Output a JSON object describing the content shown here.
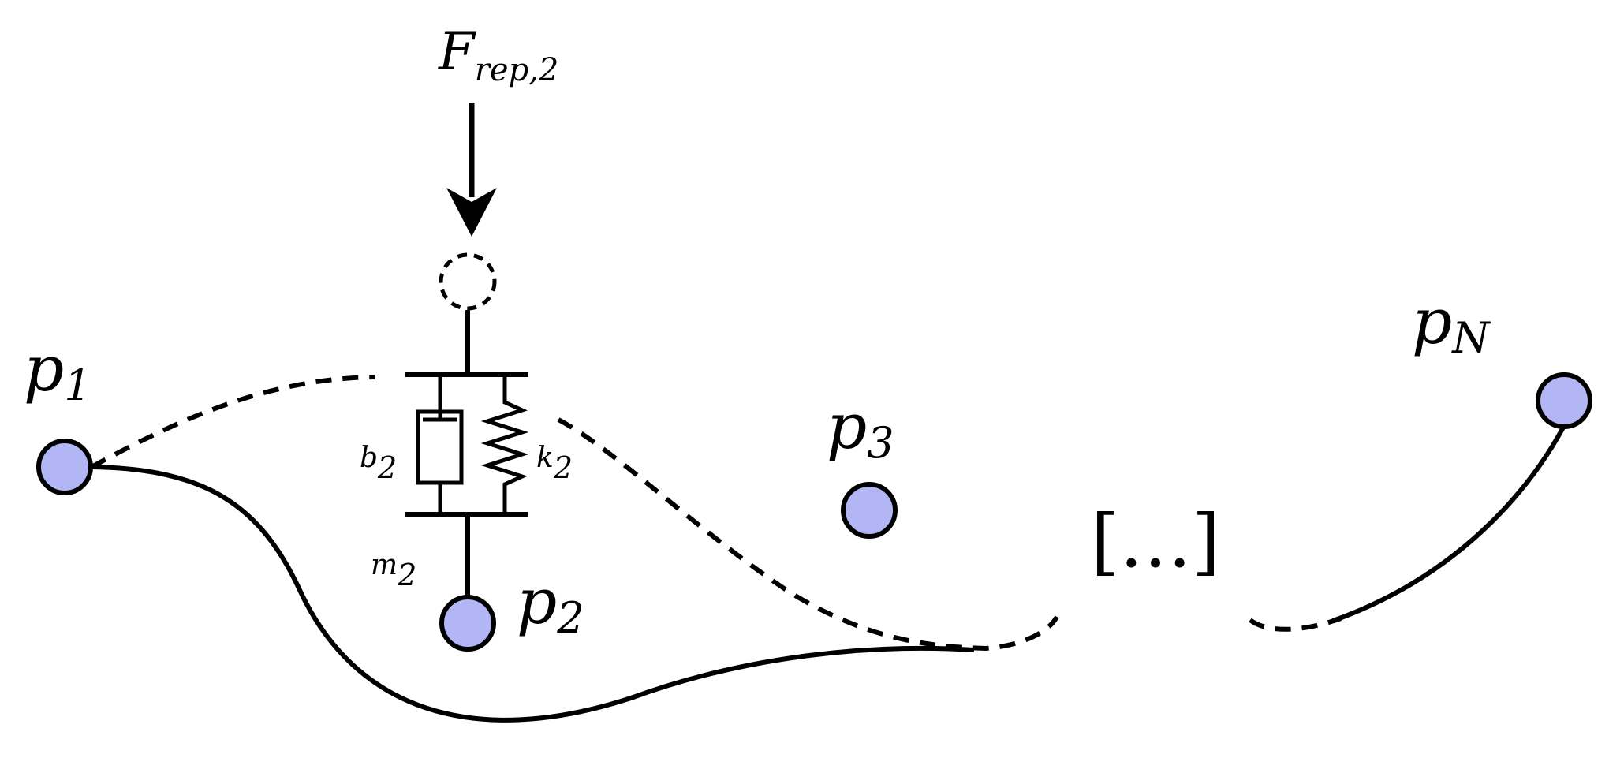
{
  "force": {
    "main": "F",
    "subscript": "rep,2"
  },
  "nodes": {
    "p1": {
      "main": "p",
      "subscript": "1"
    },
    "p2": {
      "main": "p",
      "subscript": "2"
    },
    "p3": {
      "main": "p",
      "subscript": "3"
    },
    "pN": {
      "main": "p",
      "subscript": "N"
    }
  },
  "damper": {
    "main": "b",
    "subscript": "2"
  },
  "spring": {
    "main": "k",
    "subscript": "2"
  },
  "mass": {
    "main": "m",
    "subscript": "2"
  },
  "ellipsis": "[…]",
  "colors": {
    "node_fill": "#b3b6f5",
    "ink": "#000000",
    "background": "#ffffff"
  }
}
